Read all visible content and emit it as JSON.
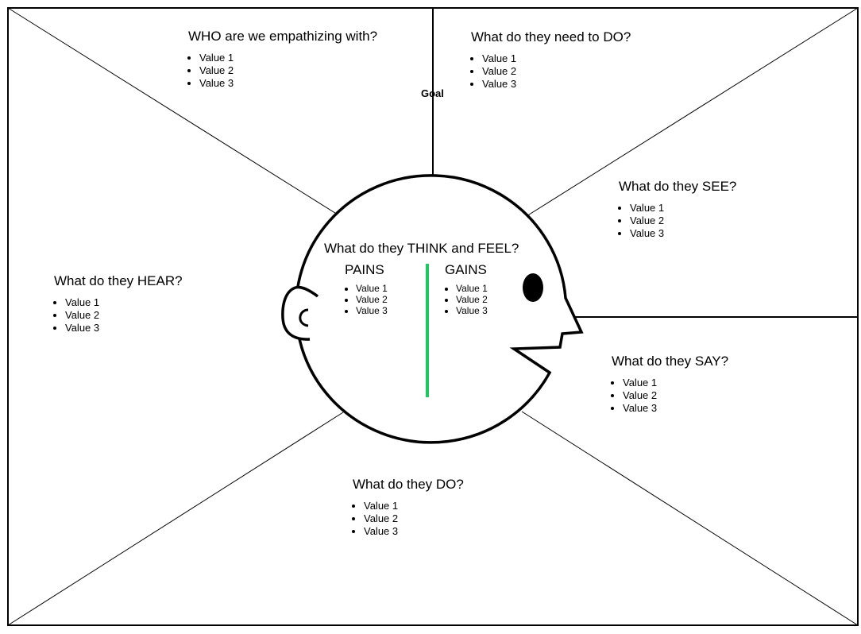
{
  "goal_label": "Goal",
  "sections": {
    "who": {
      "title": "WHO are we empathizing with?",
      "items": [
        "Value 1",
        "Value 2",
        "Value 3"
      ]
    },
    "need_to_do": {
      "title": "What do they need to DO?",
      "items": [
        "Value 1",
        "Value 2",
        "Value 3"
      ]
    },
    "see": {
      "title": "What do they SEE?",
      "items": [
        "Value 1",
        "Value 2",
        "Value 3"
      ]
    },
    "say": {
      "title": "What do they SAY?",
      "items": [
        "Value 1",
        "Value 2",
        "Value 3"
      ]
    },
    "do": {
      "title": "What do they DO?",
      "items": [
        "Value 1",
        "Value 2",
        "Value 3"
      ]
    },
    "hear": {
      "title": "What do they HEAR?",
      "items": [
        "Value 1",
        "Value 2",
        "Value 3"
      ]
    },
    "think_feel": {
      "title": "What do they THINK and FEEL?",
      "pains": {
        "title": "PAINS",
        "items": [
          "Value 1",
          "Value 2",
          "Value 3"
        ]
      },
      "gains": {
        "title": "GAINS",
        "items": [
          "Value 1",
          "Value 2",
          "Value 3"
        ]
      }
    }
  },
  "colors": {
    "divider": "#1ec964",
    "stroke": "#000000"
  }
}
